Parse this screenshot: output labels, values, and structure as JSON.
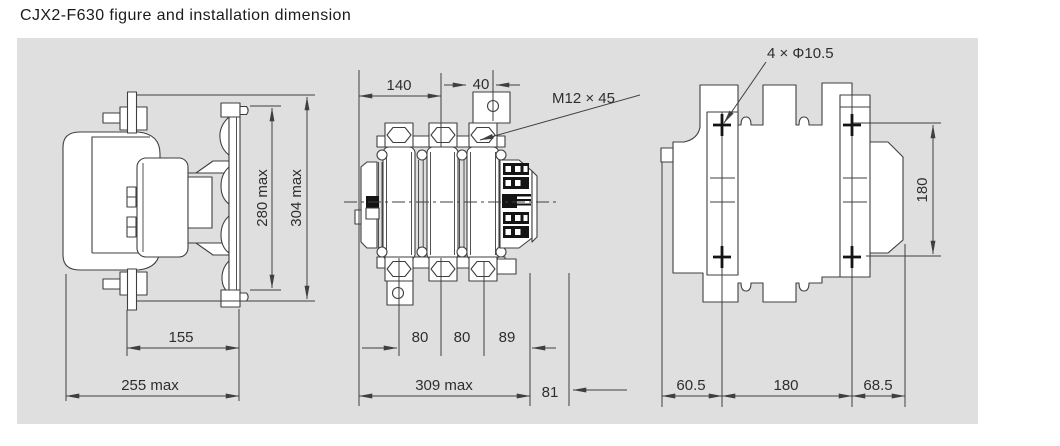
{
  "title": "CJX2-F630 figure and installation dimension",
  "colors": {
    "panel_bg": "#dfdfdf",
    "line": "#3f3f3f",
    "text": "#2e2e2e",
    "shape_fill": "#ffffff",
    "black_detail": "#141414"
  },
  "side_view": {
    "dims": {
      "mount_width": "155",
      "overall_width": "255 max",
      "mount_height": "280 max",
      "overall_height": "304 max"
    }
  },
  "front_view": {
    "dims": {
      "left_span": "140",
      "tab_width": "40",
      "terminal_screw": "M12 × 45",
      "pitch_1": "80",
      "pitch_2": "80",
      "pitch_3": "89",
      "overall_width": "309 max",
      "side_depth": "81"
    }
  },
  "rear_view": {
    "dims": {
      "mounting_holes": "4 × Φ10.5",
      "hole_spacing_vertical": "180",
      "left_offset": "60.5",
      "hole_spacing_horizontal": "180",
      "right_offset": "68.5"
    }
  }
}
